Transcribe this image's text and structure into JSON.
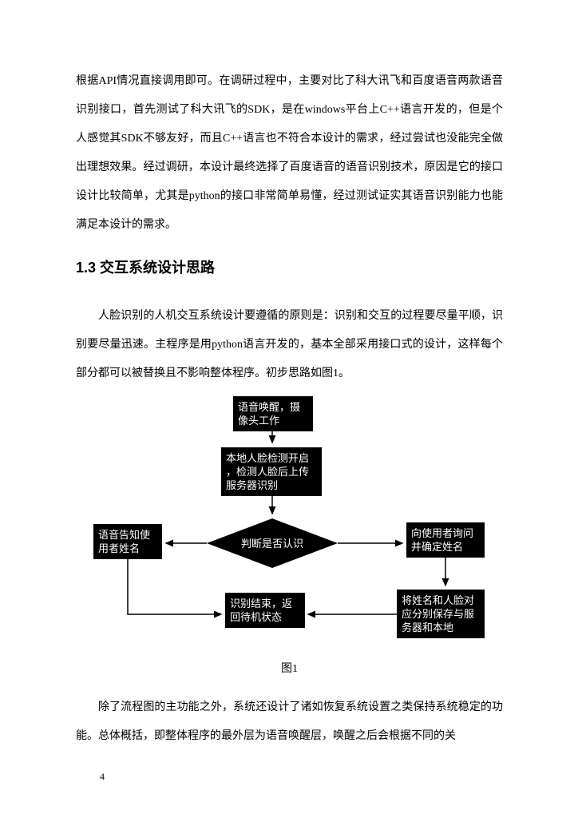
{
  "document": {
    "paragraph_intro": "根据API情况直接调用即可。在调研过程中，主要对比了科大讯飞和百度语音两款语音识别接口，首先测试了科大讯飞的SDK，是在windows平台上C++语言开发的，但是个人感觉其SDK不够友好，而且C++语言也不符合本设计的需求，经过尝试也没能完全做出理想效果。经过调研，本设计最终选择了百度语音的语音识别技术，原因是它的接口设计比较简单，尤其是python的接口非常简单易懂，经过测试证实其语音识别能力也能满足本设计的需求。",
    "section_heading": "1.3 交互系统设计思路",
    "paragraph_design": "人脸识别的人机交互系统设计要遵循的原则是：识别和交互的过程要尽量平顺，识别要尽量迅速。主程序是用python语言开发的，基本全部采用接口式的设计，这样每个部分都可以被替换且不影响整体程序。初步思路如图1。",
    "paragraph_after_figure": "除了流程图的主功能之外，系统还设计了诸如恢复系统设置之类保持系统稳定的功能。总体概括，即整体程序的最外层为语音唤醒层，唤醒之后会根据不同的关",
    "page_number": "4"
  },
  "figure": {
    "caption": "图1",
    "nodes": {
      "start": "语音唤醒，摄\n像头工作",
      "detect": "本地人脸检测开启\n，检测人脸后上传\n服务器识别",
      "decision": "判断是否认识",
      "known": "语音告知使\n用者姓名",
      "ask": "向使用者询问\n并确定姓名",
      "save": "将姓名和人脸对\n应分别保存与服\n务器和本地",
      "end": "识别结束，返\n回待机状态"
    },
    "colors": {
      "node_fill": "#000000",
      "node_text": "#ffffff",
      "connector": "#000000"
    }
  }
}
